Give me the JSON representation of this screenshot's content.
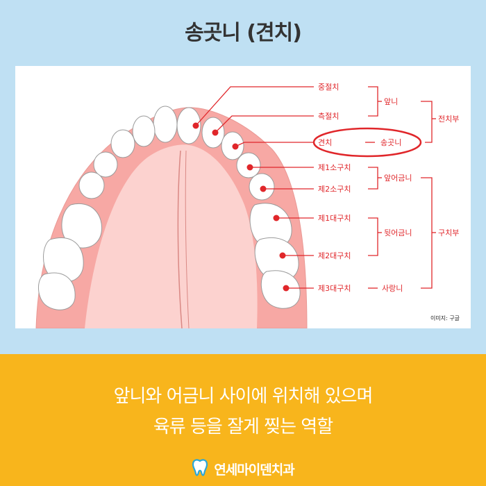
{
  "header": {
    "title": "송곳니 (견치)"
  },
  "diagram": {
    "labels": {
      "central_incisor": "중절치",
      "lateral_incisor": "측절치",
      "canine": "견치",
      "canine_alt": "송곳니",
      "first_premolar": "제1소구치",
      "second_premolar": "제2소구치",
      "first_molar": "제1대구치",
      "second_molar": "제2대구치",
      "third_molar": "제3대구치"
    },
    "groups": {
      "front_teeth": "앞니",
      "front_molars": "앞어금니",
      "back_molars": "뒷어금니",
      "wisdom_tooth": "사랑니",
      "anterior": "전치부",
      "posterior": "구치부"
    },
    "credit": "이미지: 구글",
    "colors": {
      "label_red": "#e0262a",
      "gum": "#f7a8a4",
      "palate": "#fcd2cf"
    }
  },
  "footer": {
    "caption_line1": "앞니와 어금니 사이에 위치해 있으며",
    "caption_line2": "육류 등을 잘게 찢는 역할",
    "brand_name": "연세마이덴치과",
    "brand_icon": "tooth-icon"
  }
}
